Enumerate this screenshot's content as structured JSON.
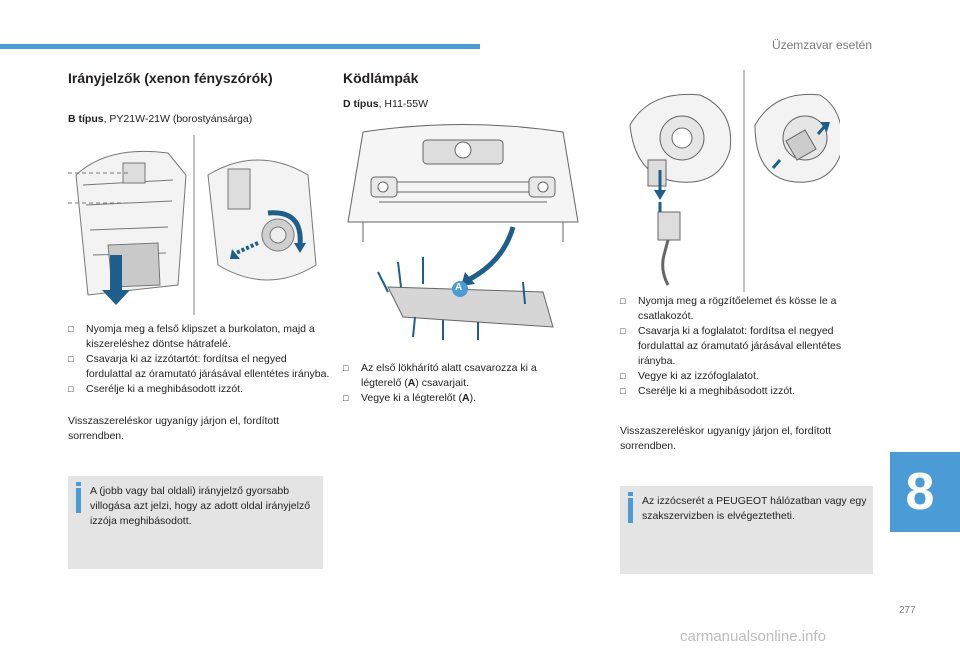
{
  "header": {
    "section_title": "Üzemzavar esetén"
  },
  "left": {
    "heading": "Irányjelzők (xenon fényszórók)",
    "subtitle_bold": "B típus",
    "subtitle_rest": ", PY21W-21W (borostyánsárga)",
    "steps": [
      "Nyomja meg a felső klipszet a burkolaton, majd a kiszereléshez döntse hátrafelé.",
      "Csavarja ki az izzótartót: fordítsa el negyed fordulattal az óramutató járásával ellentétes irányba.",
      "Cserélje ki a meghibásodott izzót."
    ],
    "reassembly": "Visszaszereléskor ugyanígy járjon el, fordított sorrendben.",
    "info": "A (jobb vagy bal oldali) irányjelző gyorsabb villogása azt jelzi, hogy az adott oldal irányjelző izzója meghibásodott."
  },
  "middle": {
    "heading": "Ködlámpák",
    "subtitle_bold": "D típus",
    "subtitle_rest": ", H11-55W",
    "figure_label": "A",
    "step1_pre": "Az első lökhárító alatt csavarozza ki a légterelő (",
    "step1_bold": "A",
    "step1_post": ") csavarjait.",
    "step2_pre": "Vegye ki a légterelőt (",
    "step2_bold": "A",
    "step2_post": ")."
  },
  "right": {
    "steps": [
      "Nyomja meg a rögzítőelemet és kösse le a csatlakozót.",
      "Csavarja ki a foglalatot: fordítsa el negyed fordulattal az óramutató járásával ellentétes irányba.",
      "Vegye ki az izzófoglalatot.",
      "Cserélje ki a meghibásodott izzót."
    ],
    "reassembly": "Visszaszereléskor ugyanígy járjon el, fordított sorrendben.",
    "info": "Az izzócserét a PEUGEOT hálózatban vagy egy szakszervizben is elvégeztetheti."
  },
  "footer": {
    "chapter_number": "8",
    "page_number": "277",
    "watermark": "carmanualsonline.info"
  },
  "colors": {
    "accent": "#4a9bd6",
    "info_bg": "#e4e4e4",
    "arrow": "#1d5f8a"
  }
}
